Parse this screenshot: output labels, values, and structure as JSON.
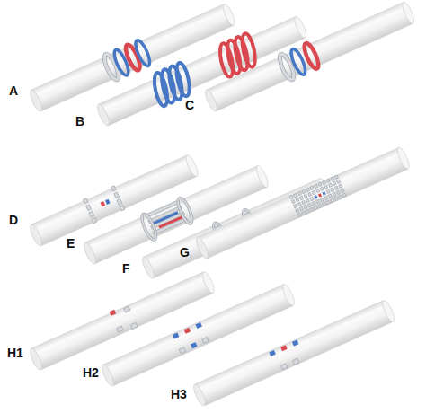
{
  "diagram": {
    "labels": [
      "A",
      "B",
      "C",
      "D",
      "E",
      "F",
      "G",
      "H1",
      "H2",
      "H3"
    ]
  }
}
